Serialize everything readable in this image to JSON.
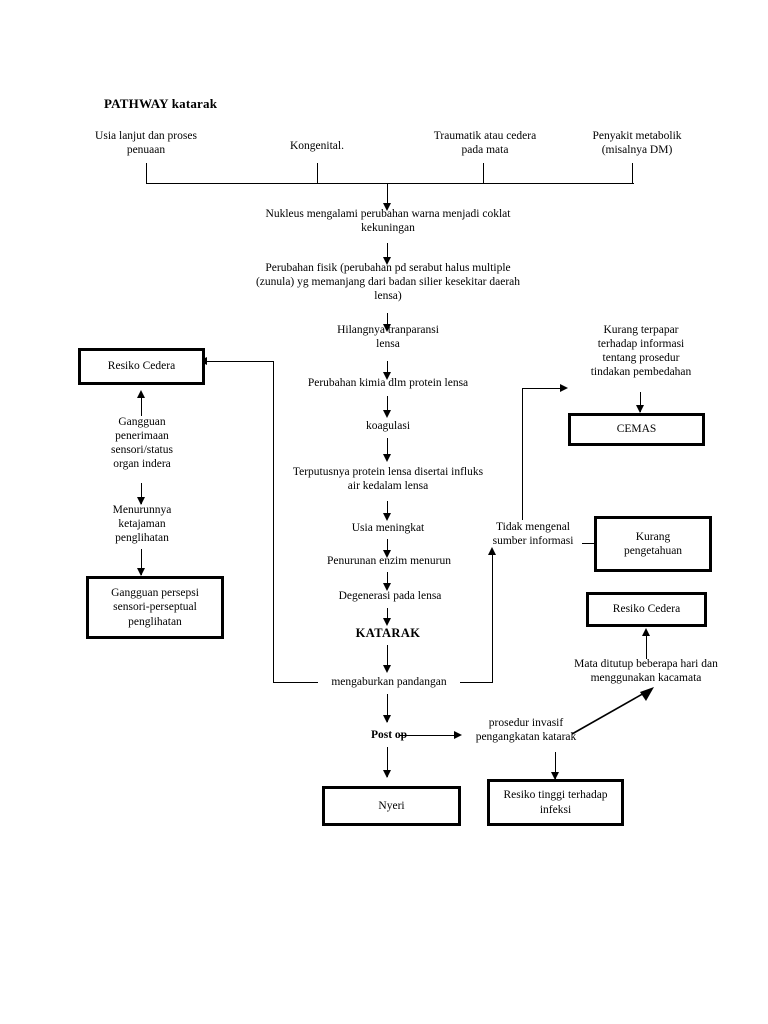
{
  "document": {
    "title": "PATHWAY  katarak"
  },
  "causes": [
    {
      "id": "usia-lanjut",
      "label": "Usia lanjut dan proses\npenuaan"
    },
    {
      "id": "kongenital",
      "label": "Kongenital."
    },
    {
      "id": "traumatik",
      "label": "Traumatik atau cedera\npada mata"
    },
    {
      "id": "penyakit-metabolik",
      "label": "Penyakit metabolik\n(misalnya DM)"
    }
  ],
  "main_flow": [
    {
      "id": "nukleus",
      "label": "Nukleus  mengalami perubahan warna menjadi coklat\nkekuningan"
    },
    {
      "id": "perubahan-fisik",
      "label": "Perubahan fisik (perubahan pd serabut halus multiple\n(zunula) yg memanjang dari badan silier kesekitar daerah\nlensa)"
    },
    {
      "id": "hilangnya-transparansi",
      "label": "Hilangnya tranparansi\nlensa"
    },
    {
      "id": "perubahan-kimia",
      "label": "Perubahan kimia dlm protein lensa"
    },
    {
      "id": "koagulasi",
      "label": "koagulasi"
    },
    {
      "id": "terputusnya-protein",
      "label": "Terputusnya protein lensa disertai influks\nair kedalam lensa"
    },
    {
      "id": "usia-meningkat",
      "label": "Usia meningkat"
    },
    {
      "id": "penurunan-enzim",
      "label": "Penurunan enzim menurun"
    },
    {
      "id": "degenerasi",
      "label": "Degenerasi pada lensa"
    },
    {
      "id": "katarak",
      "label": "KATARAK"
    },
    {
      "id": "mengaburkan",
      "label": "mengaburkan pandangan"
    },
    {
      "id": "post-op",
      "label": "Post op"
    }
  ],
  "left_branch": {
    "box_resiko_cedera": "Resiko Cedera",
    "gangguan_penerimaan": "Gangguan\npenerimaan\nsensori/status\norgan indera",
    "menurunnya_ketajaman": "Menurunnya\nketajaman\npenglihatan",
    "box_gangguan_persepsi": "Gangguan persepsi\nsensori-perseptual\npenglihatan"
  },
  "right_branch": {
    "kurang_terpapar": "Kurang terpapar\nterhadap informasi\ntentang prosedur\ntindakan pembedahan",
    "box_cemas": "CEMAS",
    "tidak_mengenal": "Tidak mengenal\nsumber  informasi",
    "box_kurang_pengetahuan": "Kurang\npengetahuan",
    "box_resiko_cedera_2": "Resiko Cedera",
    "mata_ditutup": "Mata ditutup beberapa hari dan\nmenggunakan kacamata",
    "prosedur_invasif": "prosedur invasif\npengangkatan katarak"
  },
  "outcomes": {
    "box_nyeri": "Nyeri",
    "box_resiko_infeksi": "Resiko tinggi terhadap\ninfeksi"
  },
  "style": {
    "stroke": "#000000",
    "background": "#ffffff"
  }
}
